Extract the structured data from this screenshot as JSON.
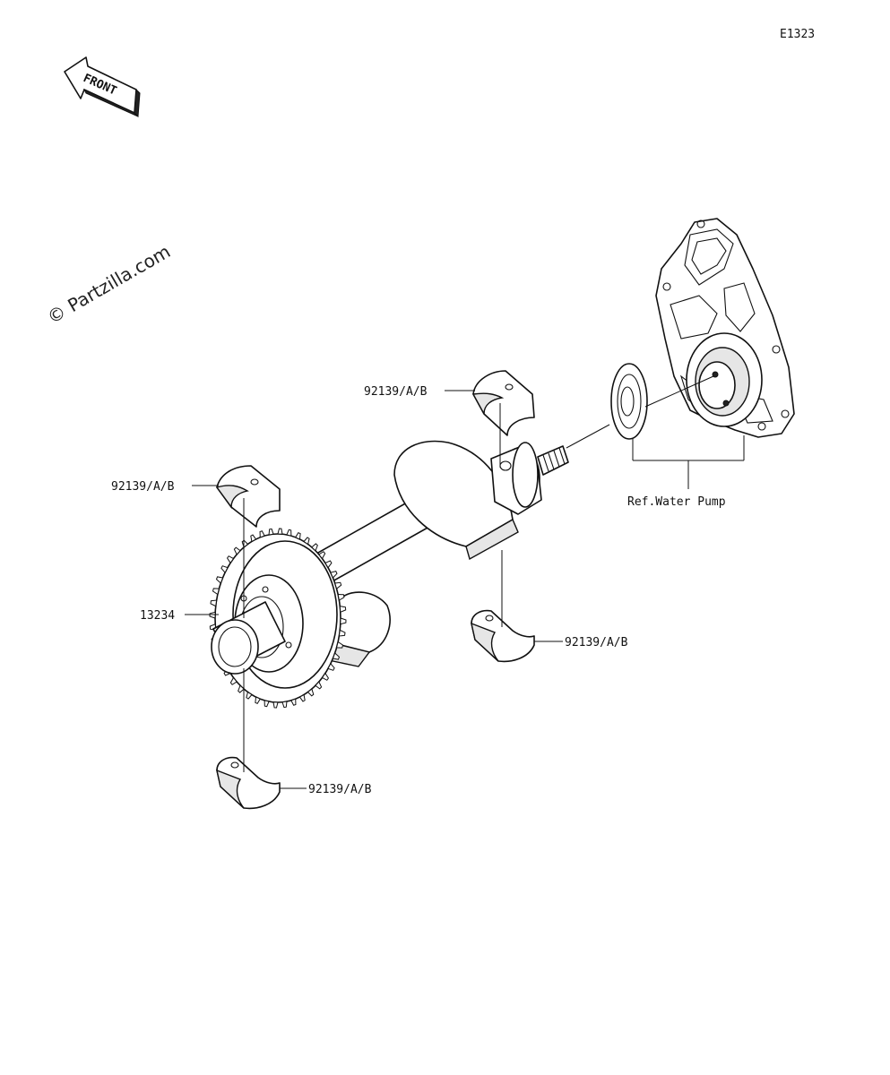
{
  "diagram_code": "E1323",
  "watermark": "© Partzilla.com",
  "front_arrow_label": "FRONT",
  "callouts": {
    "bearing_top": "92139/A/B",
    "bearing_left_upper": "92139/A/B",
    "bearing_right_lower": "92139/A/B",
    "bearing_bottom": "92139/A/B",
    "balancer_shaft": "13234",
    "reference": "Ref.Water Pump"
  }
}
